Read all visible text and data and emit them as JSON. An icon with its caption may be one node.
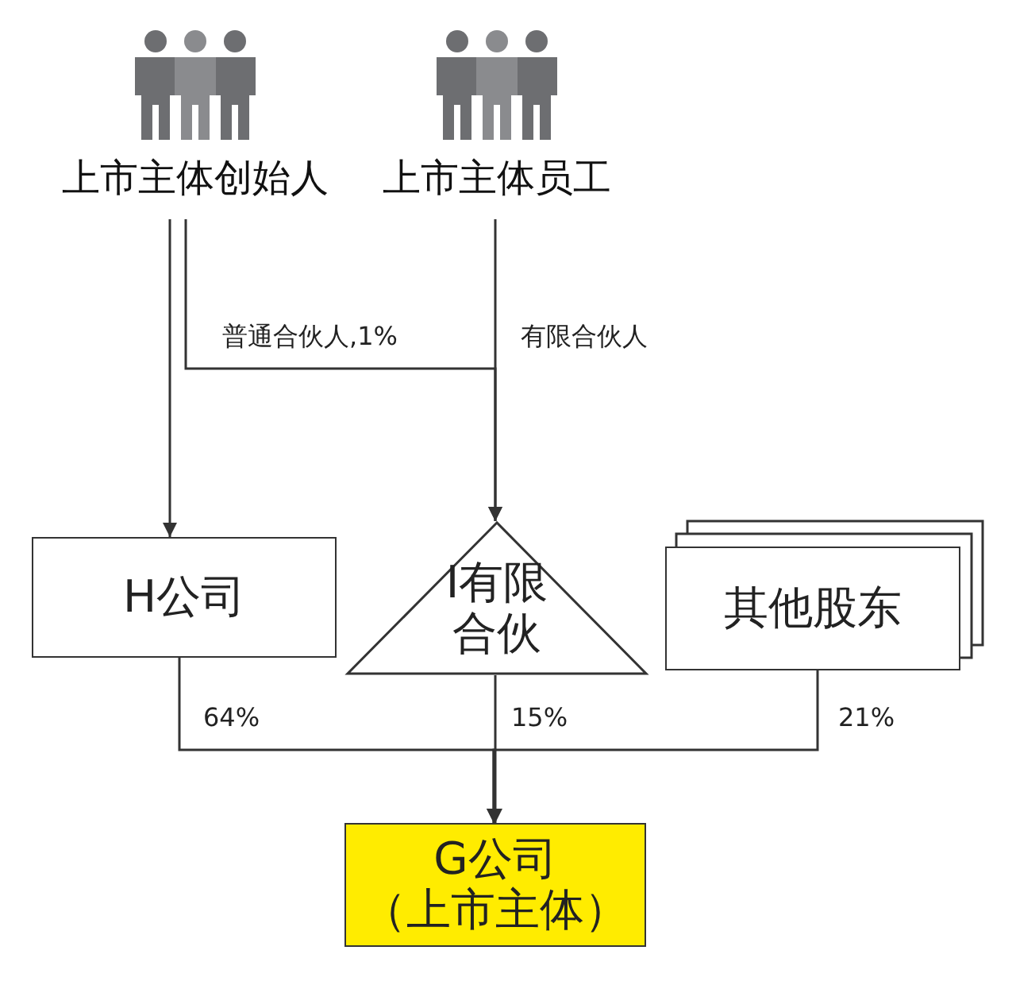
{
  "diagram": {
    "nodes": [
      {
        "text": [
          "上市主体创始人"
        ]
      },
      {
        "text": [
          "上市主体员工"
        ]
      },
      {
        "text": [
          "H公司"
        ]
      },
      {
        "text": [
          "I有限合伙"
        ]
      },
      {
        "text": [
          "其他股东"
        ]
      },
      {
        "text": [
          "G公司（上市主体）"
        ]
      }
    ],
    "edges": [
      {
        "from": 0,
        "to": 2,
        "arrow": "to"
      },
      {
        "from": 0,
        "to": 3,
        "arrow": "to",
        "label": "普通合伙人,1%"
      },
      {
        "from": 1,
        "to": 3,
        "arrow": "to",
        "label": "有限合伙人"
      },
      {
        "from": 2,
        "to": 5,
        "arrow": "to",
        "label": "64%"
      },
      {
        "from": 3,
        "to": 5,
        "arrow": "to",
        "label": "15%"
      },
      {
        "from": 4,
        "to": 5,
        "arrow": "to",
        "label": "21%"
      }
    ]
  }
}
